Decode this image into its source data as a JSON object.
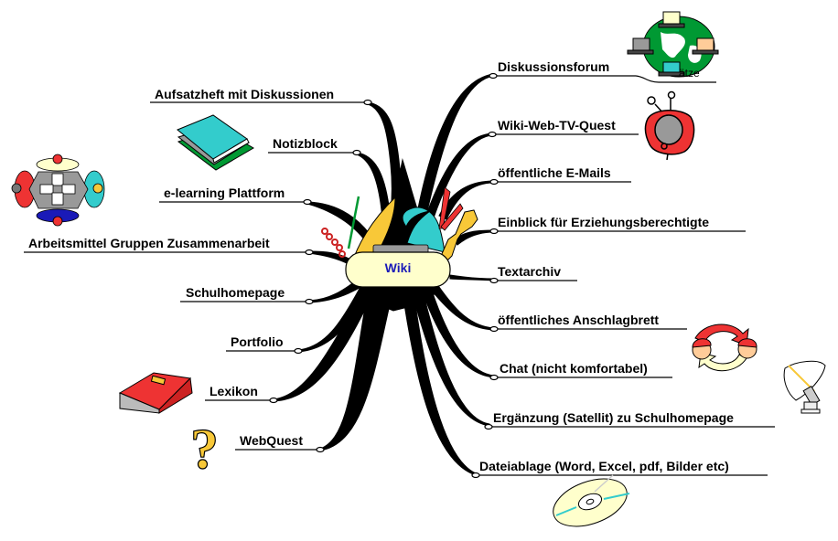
{
  "diagram": {
    "type": "mind-map",
    "center": {
      "label": "Wiki",
      "text_color": "#1a1ab8",
      "fill": "#ffffcc"
    },
    "branches_left": [
      {
        "id": "aufsatzheft",
        "label": "Aufsatzheft mit Diskussionen"
      },
      {
        "id": "notizblock",
        "label": "Notizblock",
        "icon": "books-icon"
      },
      {
        "id": "elearning",
        "label": "e-learning Plattform",
        "icon": "group-work-table-icon"
      },
      {
        "id": "arbeitsmittel",
        "label": "Arbeitsmittel Gruppen Zusammenarbeit"
      },
      {
        "id": "schulhomepage",
        "label": "Schulhomepage"
      },
      {
        "id": "portfolio",
        "label": "Portfolio"
      },
      {
        "id": "lexikon",
        "label": "Lexikon",
        "icon": "red-book-icon"
      },
      {
        "id": "webquest",
        "label": "WebQuest",
        "icon": "question-mark-icon"
      }
    ],
    "branches_right": [
      {
        "id": "diskussionsforum",
        "label": "Diskussionsforum",
        "icon": "network-globe-icon",
        "sub_label": "ätze"
      },
      {
        "id": "wikiwebtv",
        "label": "Wiki-Web-TV-Quest",
        "icon": "tv-icon"
      },
      {
        "id": "emails",
        "label": "öffentliche E-Mails"
      },
      {
        "id": "einblick",
        "label": "Einblick für Erziehungsberechtigte"
      },
      {
        "id": "textarchiv",
        "label": "Textarchiv"
      },
      {
        "id": "anschlagbrett",
        "label": "öffentliches Anschlagbrett",
        "icon": "people-exchange-icon"
      },
      {
        "id": "chat",
        "label": "Chat (nicht komfortabel)"
      },
      {
        "id": "ergaenzung",
        "label": "Ergänzung (Satellit) zu Schulhomepage",
        "icon": "satellite-dish-icon"
      },
      {
        "id": "dateiablage",
        "label": "Dateiablage (Word, Excel, pdf, Bilder etc)",
        "icon": "cd-icon"
      }
    ],
    "colors": {
      "branch": "#000000",
      "pencil": "#f8c838",
      "teal": "#33cccc",
      "red": "#ee3333",
      "green": "#009933",
      "cream": "#ffffcc"
    }
  }
}
